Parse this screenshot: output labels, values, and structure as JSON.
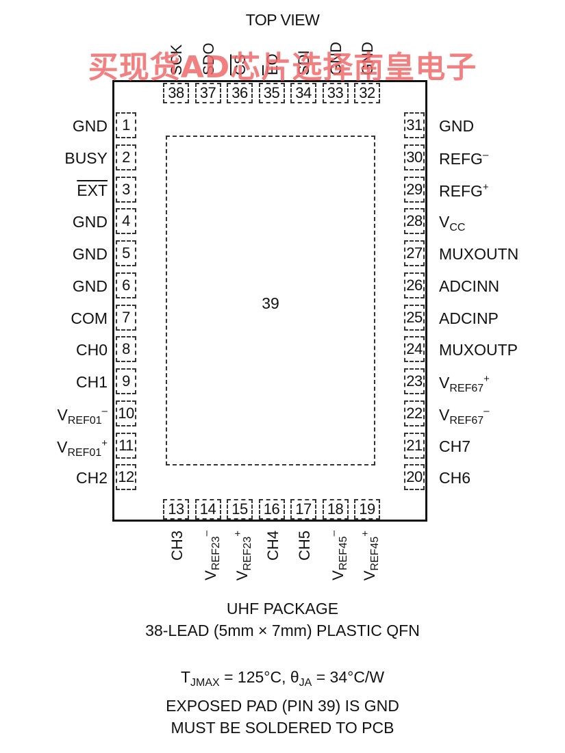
{
  "view_label": "TOP VIEW",
  "watermark": "买现货AD芯片选择南皇电子",
  "exposed_pad_number": "39",
  "pins_left": [
    {
      "num": "1",
      "name": "GND"
    },
    {
      "num": "2",
      "name": "BUSY"
    },
    {
      "num": "3",
      "name": "EXT",
      "overbar": true
    },
    {
      "num": "4",
      "name": "GND"
    },
    {
      "num": "5",
      "name": "GND"
    },
    {
      "num": "6",
      "name": "GND"
    },
    {
      "num": "7",
      "name": "COM"
    },
    {
      "num": "8",
      "name": "CH0"
    },
    {
      "num": "9",
      "name": "CH1"
    },
    {
      "num": "10",
      "name": "V",
      "sub": "REF01",
      "sup": "–"
    },
    {
      "num": "11",
      "name": "V",
      "sub": "REF01",
      "sup": "+"
    },
    {
      "num": "12",
      "name": "CH2"
    }
  ],
  "pins_right": [
    {
      "num": "31",
      "name": "GND"
    },
    {
      "num": "30",
      "name": "REFG",
      "sup": "–"
    },
    {
      "num": "29",
      "name": "REFG",
      "sup": "+"
    },
    {
      "num": "28",
      "name": "V",
      "sub": "CC"
    },
    {
      "num": "27",
      "name": "MUXOUTN"
    },
    {
      "num": "26",
      "name": "ADCINN"
    },
    {
      "num": "25",
      "name": "ADCINP"
    },
    {
      "num": "24",
      "name": "MUXOUTP"
    },
    {
      "num": "23",
      "name": "V",
      "sub": "REF67",
      "sup": "+"
    },
    {
      "num": "22",
      "name": "V",
      "sub": "REF67",
      "sup": "–"
    },
    {
      "num": "21",
      "name": "CH7"
    },
    {
      "num": "20",
      "name": "CH6"
    }
  ],
  "pins_top": [
    {
      "num": "38",
      "name": "SCK"
    },
    {
      "num": "37",
      "name": "SDO"
    },
    {
      "num": "36",
      "name": "CS",
      "overbar": true
    },
    {
      "num": "35",
      "name": "EO",
      "overbar_part": "E"
    },
    {
      "num": "34",
      "name": "SDI"
    },
    {
      "num": "33",
      "name": "GND"
    },
    {
      "num": "32",
      "name": "GND"
    }
  ],
  "pins_bottom": [
    {
      "num": "13",
      "name": "CH3"
    },
    {
      "num": "14",
      "name": "V",
      "sub": "REF23",
      "sup": "–"
    },
    {
      "num": "15",
      "name": "V",
      "sub": "REF23",
      "sup": "+"
    },
    {
      "num": "16",
      "name": "CH4"
    },
    {
      "num": "17",
      "name": "CH5"
    },
    {
      "num": "18",
      "name": "V",
      "sub": "REF45",
      "sup": "–"
    },
    {
      "num": "19",
      "name": "V",
      "sub": "REF45",
      "sup": "+"
    }
  ],
  "package_line1": "UHF PACKAGE",
  "package_line2": "38-LEAD (5mm × 7mm) PLASTIC QFN",
  "thermal": {
    "t": "T",
    "t_sub": "JMAX",
    "t_val": " = 125°C, θ",
    "theta_sub": "JA",
    "theta_val": " = 34°C/W"
  },
  "note_line1": "EXPOSED PAD (PIN 39) IS GND",
  "note_line2": "MUST BE SOLDERED TO PCB"
}
